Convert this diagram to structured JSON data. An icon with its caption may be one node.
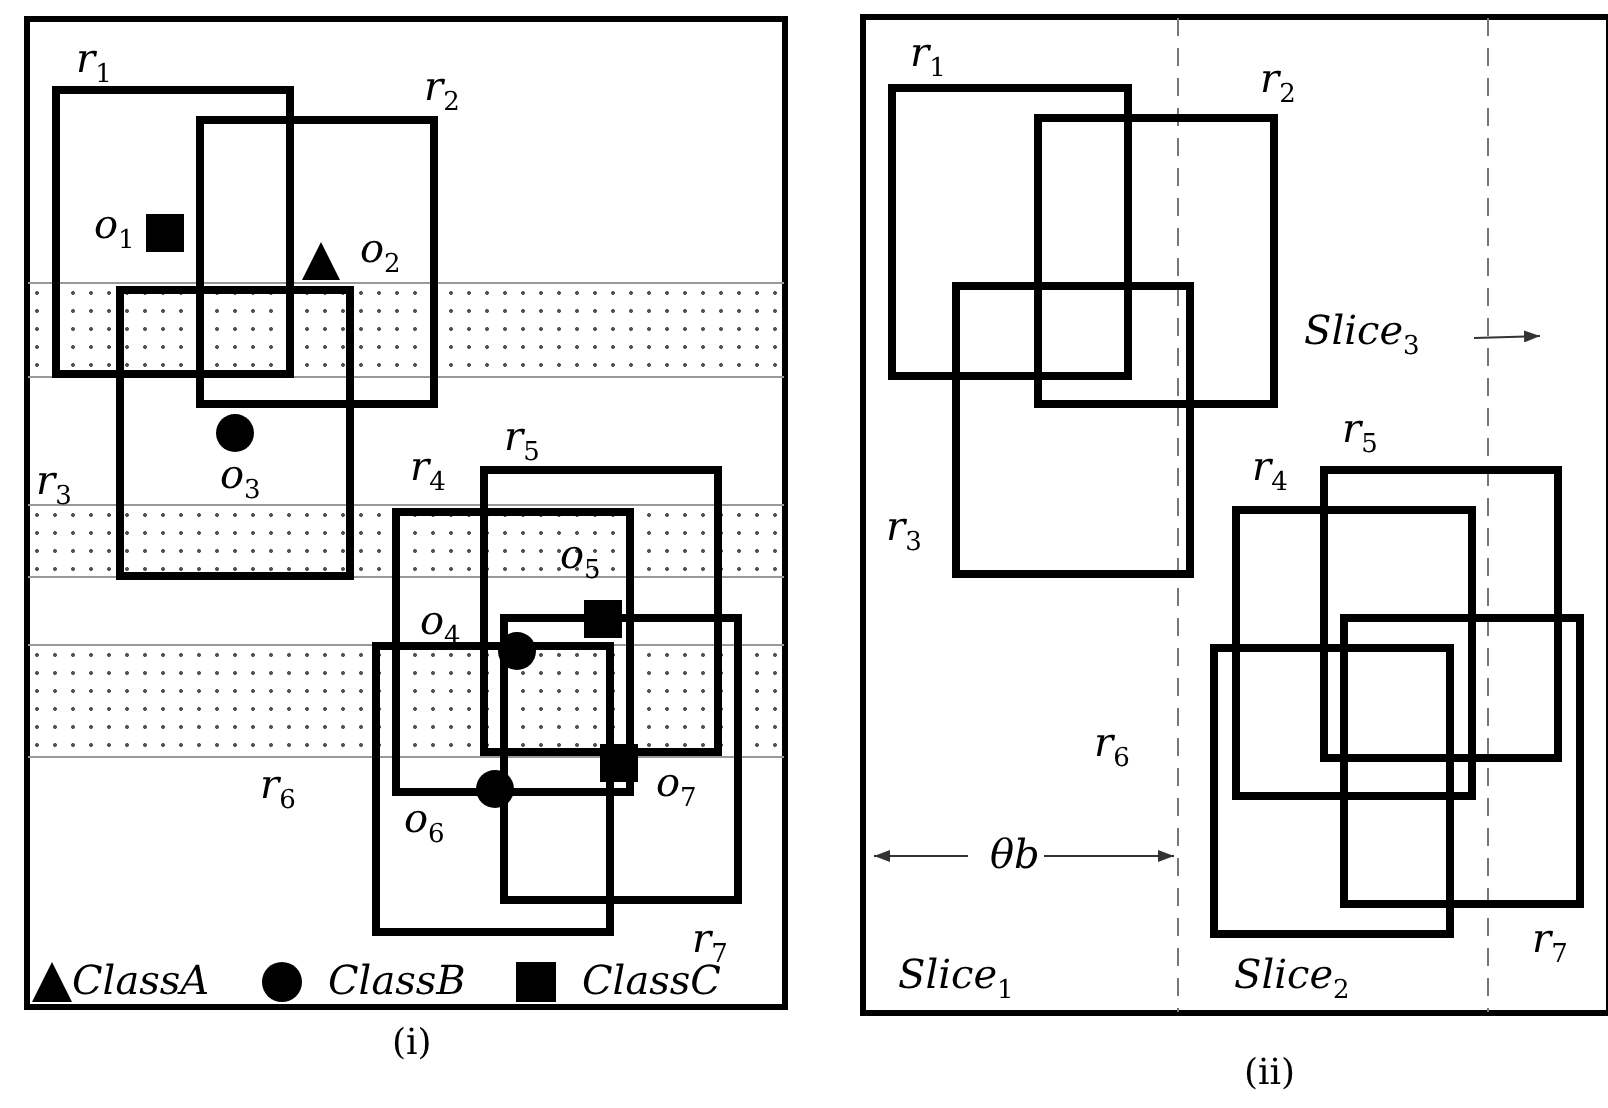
{
  "diagram": {
    "nodes": [
      {
        "text": [
          "(i)"
        ]
      },
      {
        "text": [
          "r$_{1}$"
        ],
        "in": 0
      },
      {
        "text": [
          "r$_{2}$"
        ],
        "in": 0
      },
      {
        "text": [
          "r$_{3}$"
        ],
        "in": 0
      },
      {
        "text": [
          "r$_{4}$"
        ],
        "in": 0
      },
      {
        "text": [
          "r$_{5}$"
        ],
        "in": 0
      },
      {
        "text": [
          "r$_{6}$"
        ],
        "in": 0
      },
      {
        "text": [
          "r$_{7}$"
        ],
        "in": 0
      },
      {
        "text": [
          "(ii)"
        ]
      },
      {
        "text": [
          "r$_{1}$"
        ],
        "in": 8
      },
      {
        "text": [
          "r$_{2}$"
        ],
        "in": 8
      },
      {
        "text": [
          "r$_{3}$"
        ],
        "in": 8
      },
      {
        "text": [
          "r$_{4}$"
        ],
        "in": 8
      },
      {
        "text": [
          "r$_{5}$"
        ],
        "in": 8
      },
      {
        "text": [
          "r$_{6}$"
        ],
        "in": 8
      },
      {
        "text": [
          "r$_{7}$"
        ],
        "in": 8
      },
      {
        "text": [],
        "shape": "bar",
        "in": 0
      },
      {
        "text": [],
        "shape": "bar",
        "in": 0
      },
      {
        "text": [],
        "shape": "bar",
        "in": 0
      }
    ],
    "edges": [],
    "labels": [
      "o$_{1}$",
      "o$_{2}$",
      "o$_{3}$",
      "o$_{4}$",
      "o$_{5}$",
      "o$_{6}$",
      "o$_{7}$",
      "Slice$_{3}$",
      "θb",
      "Slice$_{1}$",
      "Slice$_{2}$"
    ],
    "legend": [
      {
        "text": "ClassA"
      },
      {
        "text": "ClassB"
      },
      {
        "text": "ClassC"
      }
    ]
  }
}
